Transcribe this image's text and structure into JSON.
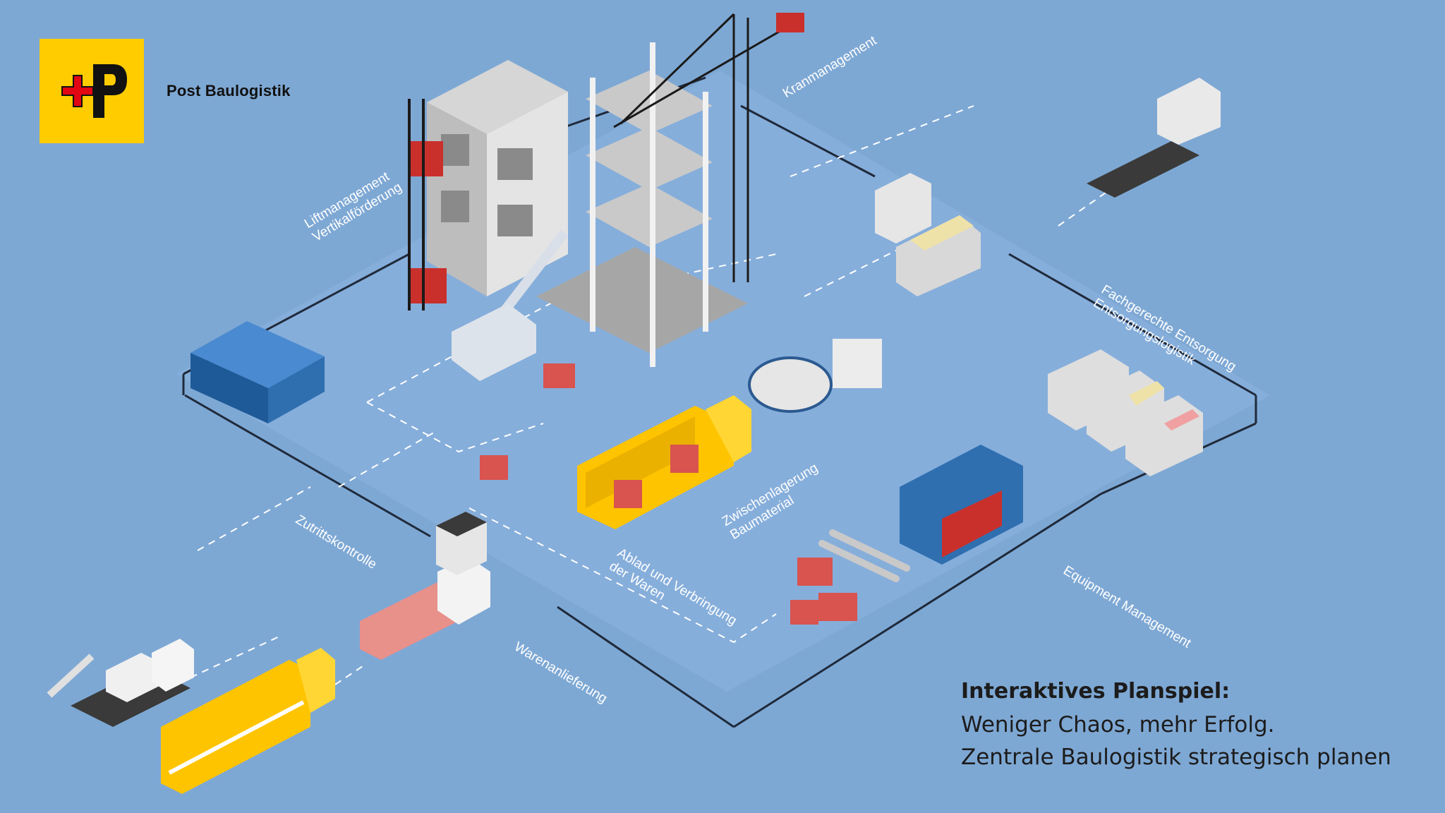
{
  "brand": {
    "name": "Post Baulogistik",
    "logo_color": "#ffcc00",
    "logo_letter": "P"
  },
  "zones": {
    "lift_line1": "Liftmanagement",
    "lift_line2": "Vertikalförderung",
    "kran": "Kranmanagement",
    "entsorgung_line1": "Fachgerechte Entsorgung",
    "entsorgung_line2": "Entsorgungslogistik",
    "zwischen_line1": "Zwischenlagerung",
    "zwischen_line2": "Baumaterial",
    "ablad_line1": "Ablad und Verbringung",
    "ablad_line2": "der Waren",
    "zutritt": "Zutrittskontrolle",
    "equipment": "Equipment Management",
    "waren": "Warenanlieferung"
  },
  "headline": {
    "title": "Interaktives Planspiel:",
    "line1": "Weniger Chaos, mehr Erfolg.",
    "line2": "Zentrale Baulogistik strategisch planen"
  },
  "colors": {
    "background": "#7ea8d4",
    "ground": "#88b0da",
    "post_yellow": "#ffcc00",
    "swiss_red": "#e30613",
    "building_grey": "#b9b9b9",
    "container_blue": "#2f6fb0",
    "brick_red": "#d9534f"
  }
}
